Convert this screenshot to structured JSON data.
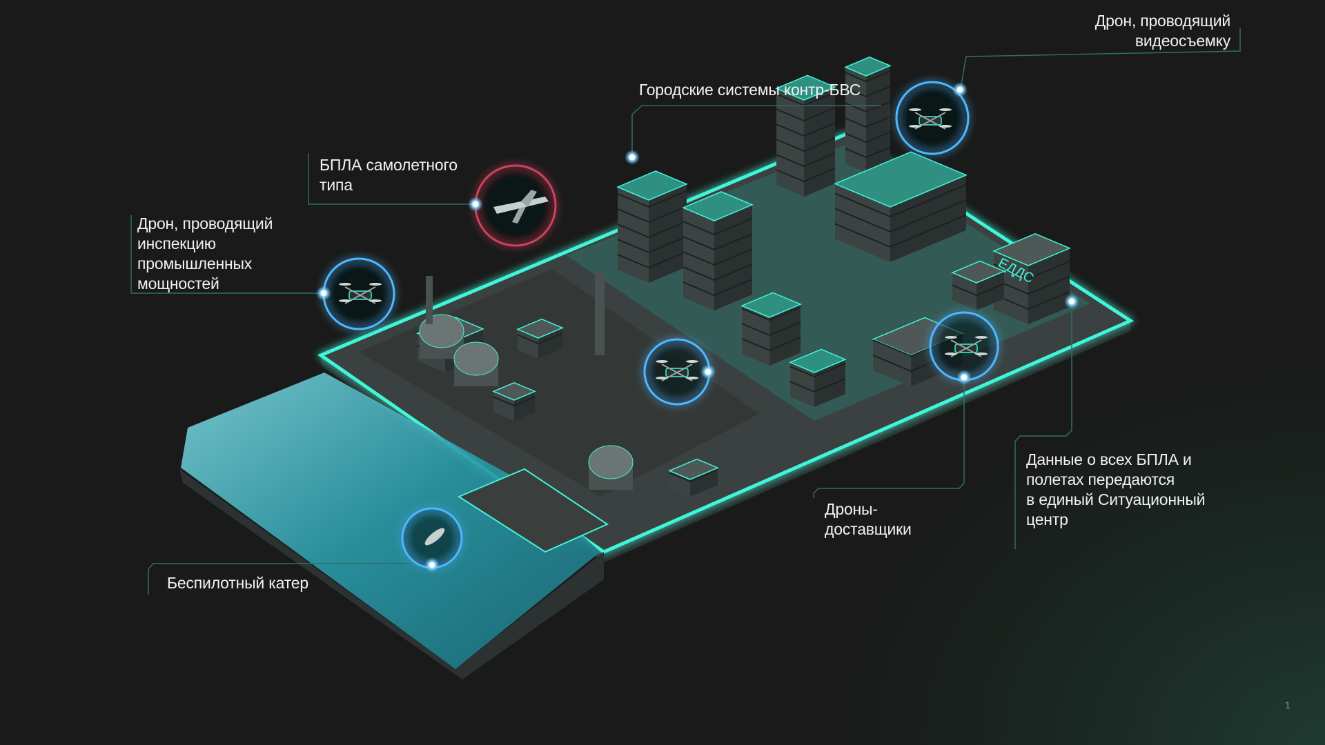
{
  "labels": {
    "video_drone": [
      "Дрон, проводящий",
      "видеосъемку"
    ],
    "counter_uas": [
      "Городские системы контр-БВС"
    ],
    "fixed_wing": [
      "БПЛА самолетного",
      "типа"
    ],
    "inspection_drone": [
      "Дрон, проводящий",
      "инспекцию",
      "промышленных",
      "мощностей"
    ],
    "boat": [
      "Беспилотный катер"
    ],
    "delivery_drones": [
      "Дроны-",
      "доставщики"
    ],
    "data_center": [
      "Данные о всех БПЛА и",
      "полетах передаются",
      "в единый Ситуационный",
      "центр"
    ]
  },
  "building_sign": "ЕДДС",
  "page_number": "1",
  "colors": {
    "accent": "#3ff5d8",
    "accent_dark": "#1fa38f",
    "callout_line": "#2f6f66",
    "marker_blue": "#4fb8ff",
    "marker_red": "#d0405e",
    "water": "#2fa7b3",
    "background": "#191919"
  }
}
